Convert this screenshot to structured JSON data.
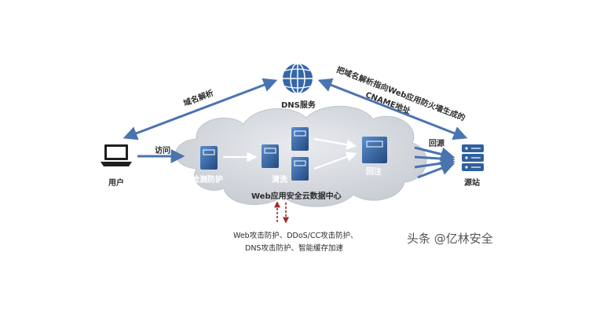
{
  "labels": {
    "dns": "DNS服务",
    "domain_resolve": "域名解析",
    "cname_line1": "把域名解析指向Web应用防火墙生成的",
    "cname_line2": "CNAME地址",
    "visit": "访问",
    "user": "用户",
    "detect": "检测防护",
    "clean": "清洗",
    "return_inject": "回注",
    "back_to_origin": "回源",
    "origin": "源站",
    "datacenter": "Web应用安全云数据中心",
    "features_line1": "Web攻击防护、DDoS/CC攻击防护、",
    "features_line2": "DNS攻击防护、智能缓存加速"
  },
  "watermark": "头条 @亿林安全",
  "colors": {
    "arrow": "#4a74b0",
    "server": "#2f5f9e",
    "cloud": "#d4d8de",
    "dashed": "#9e2a2a"
  }
}
